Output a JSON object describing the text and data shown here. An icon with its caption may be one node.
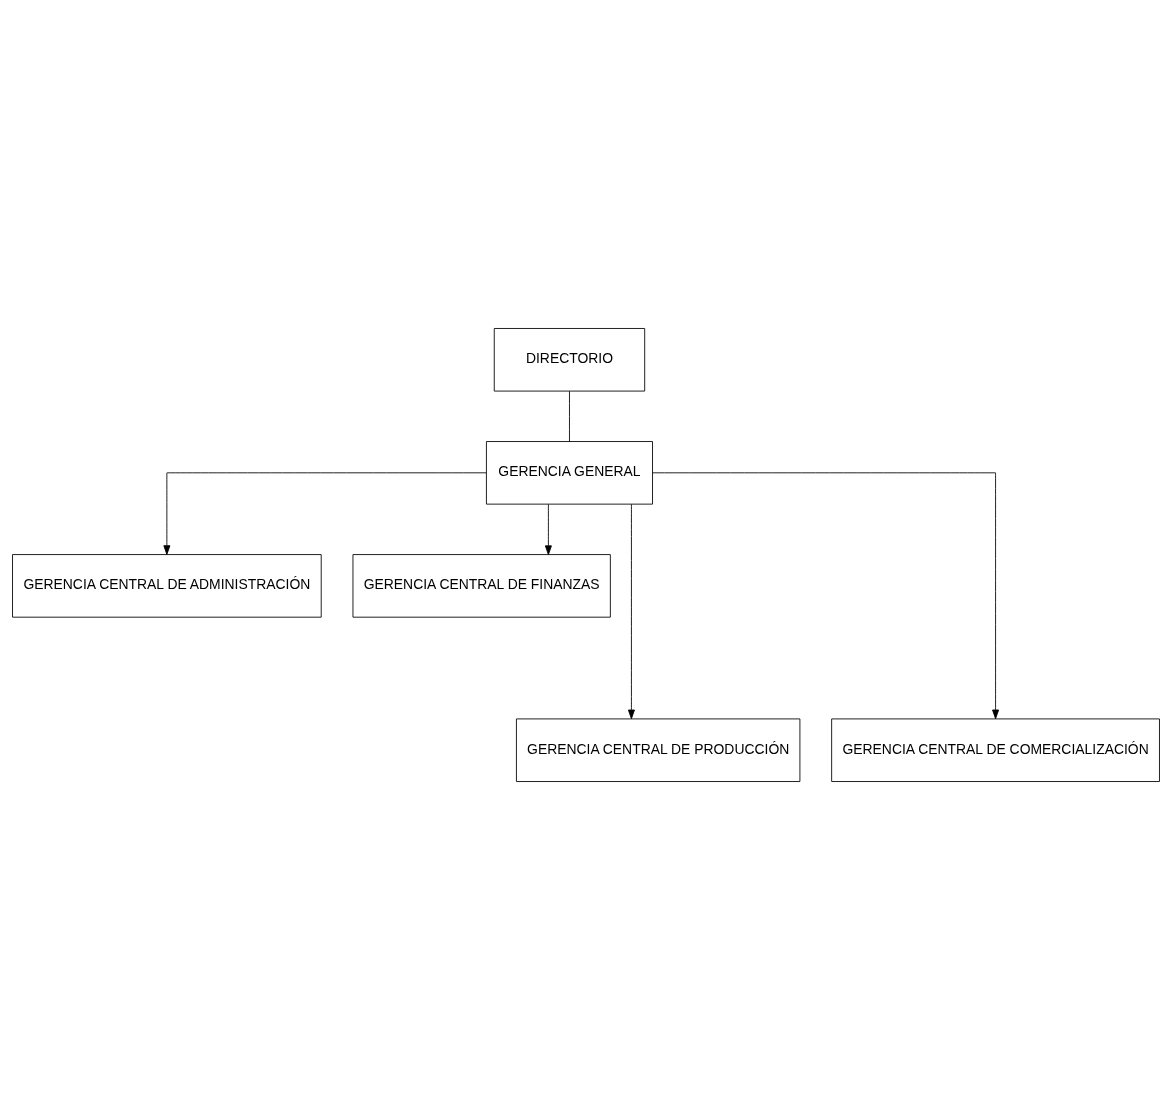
{
  "diagram": {
    "nodes": [
      {
        "text": [
          "DIRECTORIO"
        ]
      },
      {
        "text": [
          "GERENCIA GENERAL"
        ]
      },
      {
        "text": [
          "GERENCIA CENTRAL DE ADMINISTRACIÓN"
        ]
      },
      {
        "text": [
          "GERENCIA CENTRAL DE FINANZAS"
        ]
      },
      {
        "text": [
          "GERENCIA CENTRAL DE PRODUCCIÓN"
        ]
      },
      {
        "text": [
          "GERENCIA CENTRAL DE COMERCIALIZACIÓN"
        ]
      }
    ],
    "edges": [
      {
        "from": 0,
        "to": 1,
        "arrow": "none"
      },
      {
        "from": 1,
        "to": 2,
        "arrow": "to"
      },
      {
        "from": 1,
        "to": 3,
        "arrow": "to"
      },
      {
        "from": 1,
        "to": 4,
        "arrow": "to"
      },
      {
        "from": 1,
        "to": 5,
        "arrow": "to"
      }
    ]
  }
}
